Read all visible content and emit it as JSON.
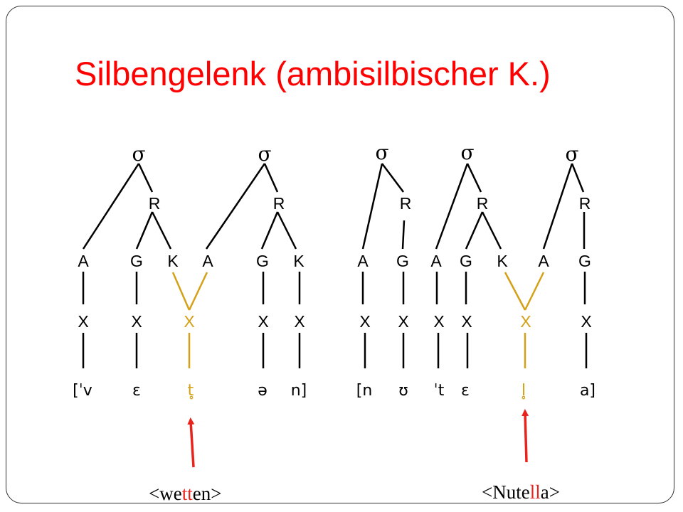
{
  "slide": {
    "title": "Silbengelenk (ambisilbischer K.)",
    "colors": {
      "title": "#ff0000",
      "text": "#000000",
      "ambisyllabic": "#d4a017",
      "arrow": "#e8231c",
      "line": "#000000"
    }
  },
  "labels": {
    "syllable": "σ",
    "rhyme": "R",
    "skeleton": "X",
    "onset": "A",
    "nucleus": "G",
    "coda": "K"
  },
  "wetten": {
    "constituents": [
      "A",
      "G",
      "K",
      "A",
      "G",
      "K"
    ],
    "segments": [
      "[ˈv",
      "ɛ",
      "t̥",
      "ə",
      "n]"
    ],
    "ambisyllabic_segment_index": 2,
    "word": {
      "open": "<we",
      "highlight": "tt",
      "close": "en>"
    }
  },
  "nutella": {
    "constituents": [
      "A",
      "G",
      "A",
      "G",
      "K",
      "A",
      "G"
    ],
    "segments": [
      "[n",
      "ʊ",
      "ˈt",
      "ɛ",
      "l̥",
      "a]"
    ],
    "ambisyllabic_segment_index": 4,
    "word": {
      "open": "<Nute",
      "highlight": "ll",
      "close": "a>"
    }
  }
}
